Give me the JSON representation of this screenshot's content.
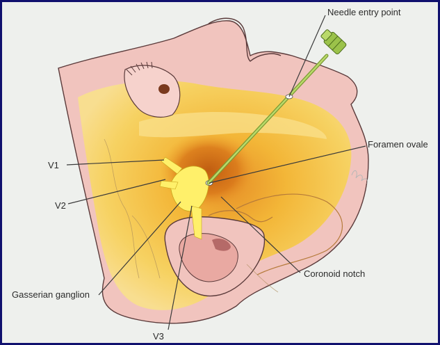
{
  "labels": {
    "needle_entry": "Needle entry point",
    "foramen_ovale": "Foramen ovale",
    "v1": "V1",
    "v2": "V2",
    "coronoid_notch": "Coronoid notch",
    "gasserian_ganglion": "Gasserian ganglion",
    "v3": "V3"
  },
  "colors": {
    "background_border": "#10106e",
    "paper": "#eef0ed",
    "skin": "#f1c4be",
    "skin_outline": "#5a3a3a",
    "bone_yellow": "#f3c23a",
    "bone_light": "#f9e08c",
    "ganglion": "#fff06a",
    "needle": "#9bc24a",
    "leader_line": "#3a3a3a"
  }
}
